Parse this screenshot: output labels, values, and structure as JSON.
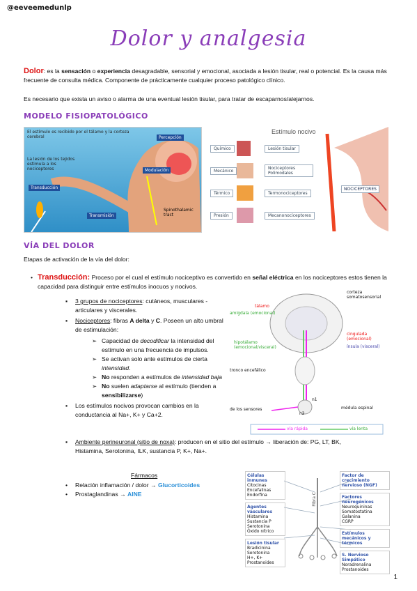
{
  "header": {
    "handle": "@eeveemedunlp",
    "title": "Dolor y analgesia"
  },
  "intro": {
    "term": "Dolor",
    "def_a": ": es la ",
    "b1": "sensación",
    "def_b": " o ",
    "b2": "experiencia",
    "def_c": " desagradable, sensorial y emocional, asociada a lesión tisular, real o potencial. Es la causa más frecuente de consulta médica. Componente de prácticamente cualquier proceso patológico clínico.",
    "p2": "Es necesario que exista un aviso o alarma de una eventual lesión tisular, para tratar de escaparnos/alejarnos."
  },
  "section1": "MODELO FISIOPATOLÓGICO",
  "fig1": {
    "caption": "El estímulo es recibido por el tálamo y la corteza cerebral",
    "side": "La lesión de los tejidos estimula a los nociceptores",
    "labels": [
      "Percepción",
      "Modulación",
      "Transducción",
      "Transmisión",
      "Spinothalamic tract"
    ]
  },
  "fig2": {
    "title": "Estímulo nocivo",
    "rows": [
      "Químico",
      "Mecánico",
      "Térmico",
      "Presión"
    ],
    "descs": [
      "Lesión tisular",
      "Nociceptores Polimodales",
      "Termonociceptores",
      "Mecanonociceptores"
    ],
    "noci": "NOCICEPTORES"
  },
  "section2": "VÍA DEL DOLOR",
  "stages": "Etapas de activación de la vía del dolor:",
  "trans": {
    "title": "Transducción:",
    "t1": " Proceso por el cual el estímulo nociceptivo es convertido en ",
    "b": "señal eléctrica",
    "t2": " en los nociceptores estos tienen la capacidad para distinguir entre estímulos inocuos y nocivos."
  },
  "items": {
    "g_u": "3 grupos de nociceptores",
    "g_t": ": cutáneos, musculares - articulares y viscerales.",
    "n_u": "Nociceptores",
    "n_t": ": fibras ",
    "n_b1": "A delta",
    "n_y": " y ",
    "n_b2": "C",
    "n_t2": ". Poseen un alto umbral de estimulación:",
    "s1a": "Capacidad de ",
    "s1i": "decodificar",
    "s1b": " la intensidad del estímulo en una frecuencia de impulsos.",
    "s2a": "Se activan solo ante estímulos de cierta ",
    "s2i": "intensidad",
    "s2b": ".",
    "s3b": "No",
    "s3a": " responden a estímulos de ",
    "s3i": "intensidad baja",
    "s4b": "No",
    "s4a": " suelen ",
    "s4i": "adaptarse",
    "s4c": " al estímulo (tienden a ",
    "s4d": "sensibilizarse",
    "s4e": ")",
    "e1": "Los estímulos nocivos provocan cambios en la conductancia al Na+, K+ y Ca+2.",
    "a_u": "Ambiente perineuronal (sitio de noxa)",
    "a_t": ": producen en el sitio del estímulo → liberación de: PG, LT, BK, Histamina, Serotonina, ILK, sustancia P, K+, Na+."
  },
  "brain": {
    "labels": [
      "tálamo",
      "corteza somatosensorial",
      "amígdala (emocional)",
      "cingulada (emocional)",
      "hipotálamo (emocional/visceral)",
      "ínsula (visceral)",
      "tronco encefálico",
      "n1",
      "n2",
      "de los sensores",
      "médula espinal"
    ],
    "legend_fast": "vía rápida",
    "legend_slow": "vía lenta"
  },
  "farmacos": {
    "title": "Fármacos",
    "i1a": "Relación inflamación / dolor → ",
    "i1b": "Glucorticoides",
    "i2a": "Prostaglandinas → ",
    "i2b": "AINE"
  },
  "fibra": {
    "center": "Fibra C",
    "left": [
      {
        "h": "Células inmunes",
        "l": [
          "Citocinas",
          "Encefalinas",
          "Endorfina"
        ]
      },
      {
        "h": "Agentes vasculares",
        "l": [
          "Histamina",
          "Sustancia P",
          "Serotonina",
          "Óxido nítrico"
        ]
      },
      {
        "h": "Lesión tisular",
        "l": [
          "Bradicinina",
          "Serotonina",
          "H+, K+",
          "Prostanoides"
        ]
      }
    ],
    "right": [
      {
        "h": "Factor de crecimiento nervioso (NGF)",
        "l": []
      },
      {
        "h": "Factores neurogénicos",
        "l": [
          "Neuroquininas",
          "Somatostatina",
          "Galanina",
          "CGRP"
        ]
      },
      {
        "h": "Estímulos mecánicos y térmicos",
        "l": []
      },
      {
        "h": "S. Nervioso Simpático",
        "l": [
          "Noradrenalina",
          "Prostanoides"
        ]
      }
    ]
  },
  "page_number": "1",
  "colors": {
    "accent": "#8a3db8",
    "red": "#d11111",
    "blue": "#2a8fd8"
  }
}
